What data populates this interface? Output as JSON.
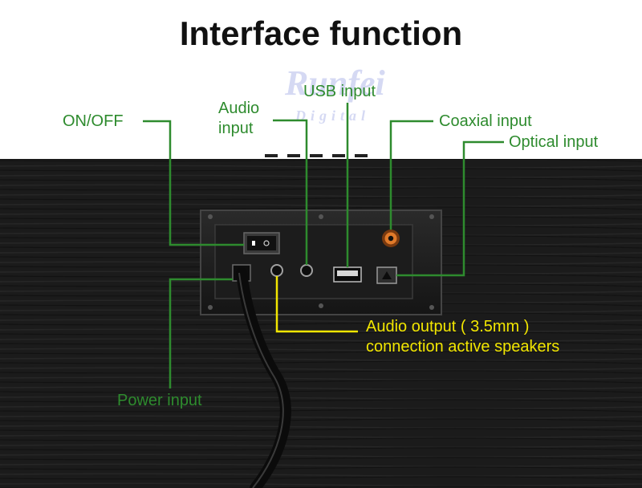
{
  "title": "Interface function",
  "watermark": {
    "brand": "Runfei",
    "sub": "Digital"
  },
  "colors": {
    "label_green": "#2e8b2e",
    "label_yellow": "#f2e600",
    "bar": "#1a1a1a",
    "panel": "#202020"
  },
  "labels": {
    "on_off": "ON/OFF",
    "audio_input_line1": "Audio",
    "audio_input_line2": "input",
    "usb_input": "USB input",
    "coaxial_input": "Coaxial input",
    "optical_input": "Optical input",
    "audio_output_line1": "Audio output ( 3.5mm )",
    "audio_output_line2": "connection active speakers",
    "power_input": "Power input"
  }
}
